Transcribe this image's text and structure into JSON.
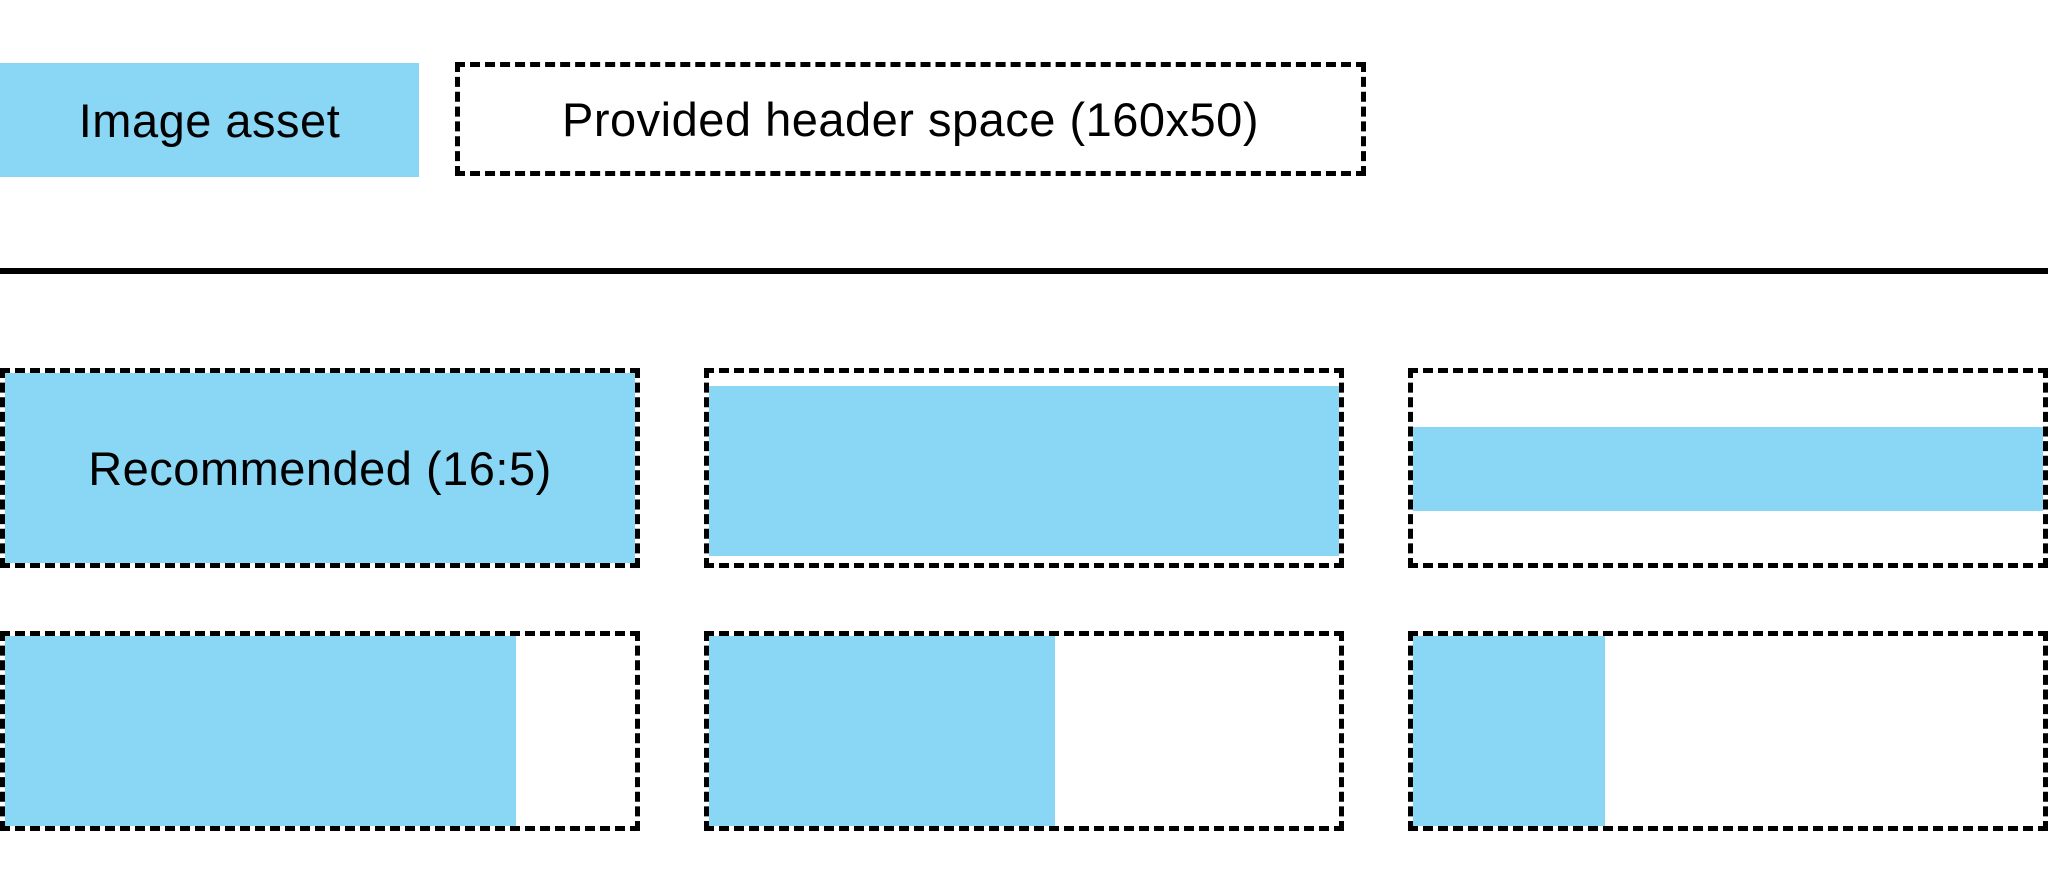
{
  "colors": {
    "asset_blue": "#8AD6F5",
    "line_black": "#000000",
    "background": "#FFFFFF"
  },
  "legend": {
    "image_asset_label": "Image asset",
    "header_space_label": "Provided header space (160x50)"
  },
  "grid": {
    "items": [
      {
        "name": "recommended-16-5",
        "label": "Recommended (16:5)",
        "fill_style": "left:0;top:0;right:0;bottom:0"
      },
      {
        "name": "wide-banner-letterboxed",
        "label": "",
        "fill_style": "left:0;right:0;top:13px;height:170px"
      },
      {
        "name": "extra-wide-strip-letterboxed",
        "label": "",
        "fill_style": "left:0;right:0;top:54px;height:84px"
      },
      {
        "name": "tall-asset-left-pillarboxed",
        "label": "",
        "fill_style": "left:0;top:0;bottom:0;width:511px"
      },
      {
        "name": "sixteen-nine-asset-left-pillarboxed",
        "label": "",
        "fill_style": "left:0;top:0;bottom:0;width:346px"
      },
      {
        "name": "square-asset-left-pillarboxed",
        "label": "",
        "fill_style": "left:0;top:0;bottom:0;width:192px"
      }
    ]
  }
}
